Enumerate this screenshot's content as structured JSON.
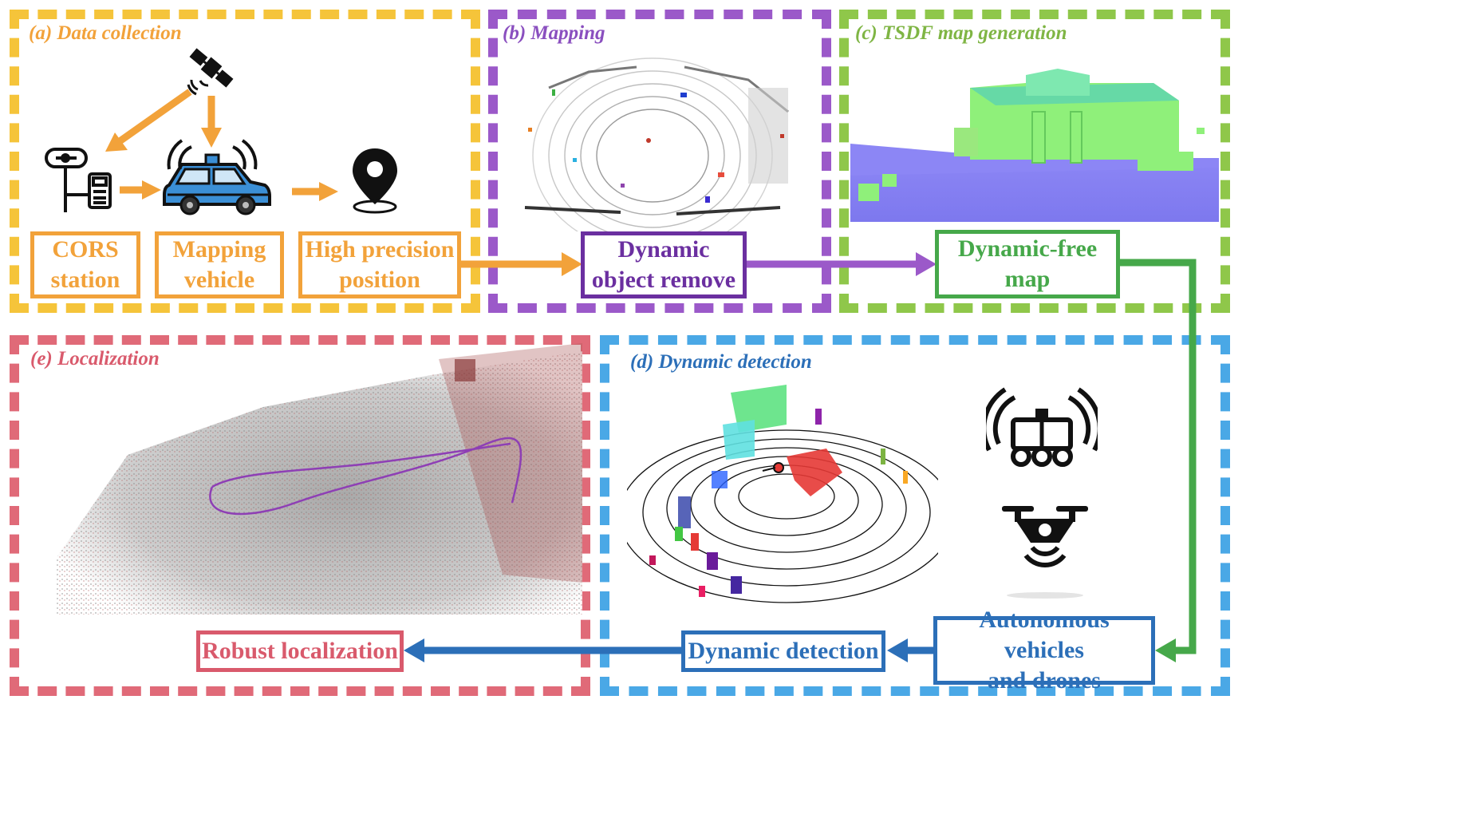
{
  "panels": {
    "a": {
      "title": "(a) Data collection",
      "color": "#f5c43a"
    },
    "b": {
      "title": "(b) Mapping",
      "color": "#9b59c9"
    },
    "c": {
      "title": "(c) TSDF map generation",
      "color": "#8fc74a"
    },
    "d": {
      "title": "(d) Dynamic detection",
      "color": "#4aa8e6"
    },
    "e": {
      "title": "(e) Localization",
      "color": "#e06a78"
    }
  },
  "boxes": {
    "cors": {
      "label": "CORS\nstation",
      "color": "#f2a23a"
    },
    "mapping_vehicle": {
      "label": "Mapping\nvehicle",
      "color": "#f2a23a"
    },
    "high_precision": {
      "label": "High precision\nposition",
      "color": "#f2a23a"
    },
    "dynamic_object_remove": {
      "label": "Dynamic\nobject remove",
      "color": "#6b2fa0"
    },
    "dynamic_free_map": {
      "label": "Dynamic-free\nmap",
      "color": "#46a84a"
    },
    "autonomous": {
      "label": "Autonomous vehicles\nand drones",
      "color": "#2c6fb8"
    },
    "dynamic_detection": {
      "label": "Dynamic detection",
      "color": "#2c6fb8"
    },
    "robust_localization": {
      "label": "Robust localization",
      "color": "#d95a6c"
    }
  },
  "icons": [
    "satellite-icon",
    "cors-station-icon",
    "mapping-car-icon",
    "location-pin-icon",
    "robot-vehicle-icon",
    "drone-icon"
  ]
}
